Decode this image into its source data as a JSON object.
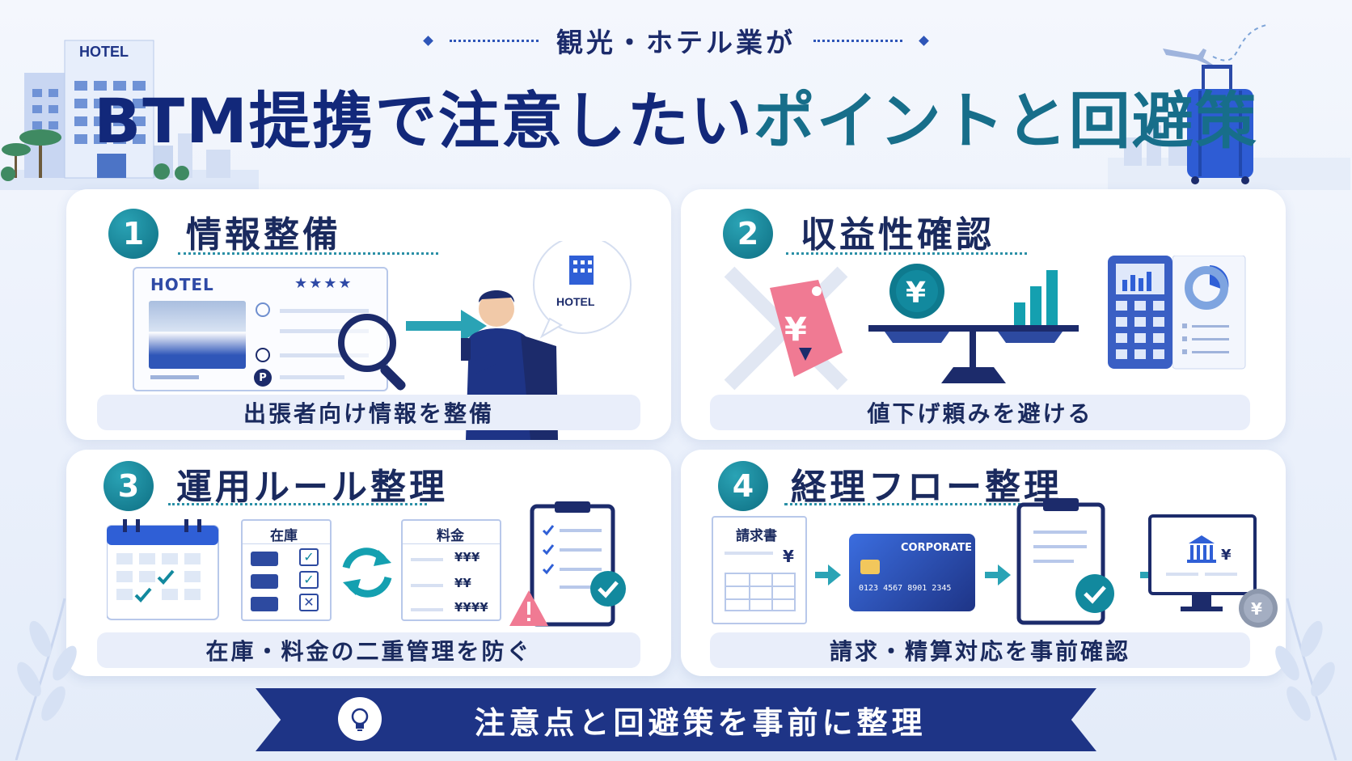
{
  "header": {
    "subtitle": "観光・ホテル業が",
    "title_part1": "BTM提携で注意したい",
    "title_part2": "ポイントと回避策"
  },
  "decor": {
    "hotel_sign": "HOTEL"
  },
  "cards": [
    {
      "number": "1",
      "title": "情報整備",
      "caption": "出張者向け情報を整備",
      "listing_label": "HOTEL",
      "stars": "★★★★",
      "bubble_label": "HOTEL"
    },
    {
      "number": "2",
      "title": "収益性確認",
      "caption": "値下げ頼みを避ける",
      "coin_symbol": "¥"
    },
    {
      "number": "3",
      "title": "運用ルール整理",
      "caption": "在庫・料金の二重管理を防ぐ",
      "inventory_label": "在庫",
      "price_label": "料金",
      "prices": [
        "¥¥¥",
        "¥¥",
        "¥¥¥¥"
      ]
    },
    {
      "number": "4",
      "title": "経理フロー整理",
      "caption": "請求・精算対応を事前確認",
      "invoice_label": "請求書",
      "invoice_symbol": "¥",
      "card_brand": "CORPORATE",
      "card_number": "0123 4567 8901 2345",
      "monitor_symbol": "¥"
    }
  ],
  "footer": {
    "banner": "注意点と回避策を事前に整理"
  },
  "colors": {
    "navy": "#1e3486",
    "teal": "#0e6f83",
    "accent_pink": "#f07a93"
  }
}
